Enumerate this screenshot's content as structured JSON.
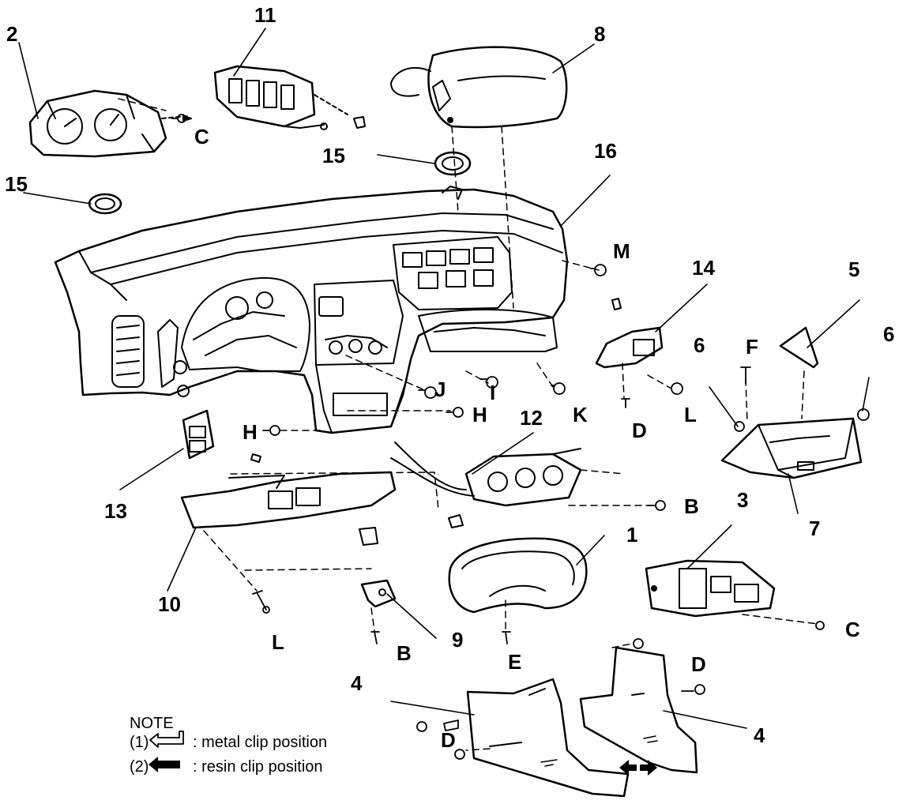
{
  "callouts": {
    "n1": "1",
    "n2": "2",
    "n3": "3",
    "n4a": "4",
    "n4b": "4",
    "n5": "5",
    "n6a": "6",
    "n6b": "6",
    "n7": "7",
    "n8": "8",
    "n9": "9",
    "n10": "10",
    "n11": "11",
    "n12": "12",
    "n13": "13",
    "n14": "14",
    "n15a": "15",
    "n15b": "15",
    "n16": "16"
  },
  "letters": {
    "b1": "B",
    "b2": "B",
    "c1": "C",
    "c2": "C",
    "d1": "D",
    "d2": "D",
    "d3": "D",
    "e": "E",
    "f": "F",
    "h1": "H",
    "h2": "H",
    "i": "I",
    "j": "J",
    "k": "K",
    "l1": "L",
    "l2": "L",
    "m": "M"
  },
  "note": {
    "title": "NOTE",
    "item1_num": "(1)",
    "item1_text": ": metal clip position",
    "item2_num": "(2)",
    "item2_text": ": resin clip position",
    "metal_icon": "metal-clip-arrow-icon",
    "resin_icon": "resin-clip-arrow-icon"
  }
}
